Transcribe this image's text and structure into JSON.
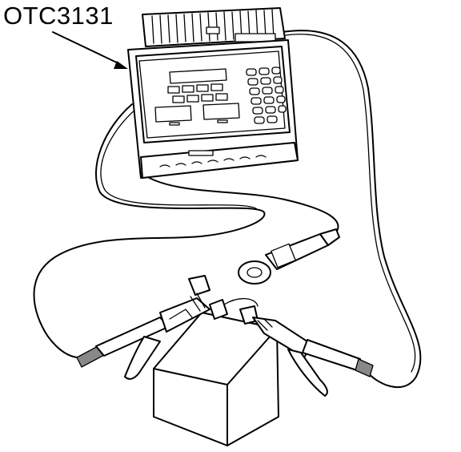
{
  "diagram": {
    "callout_label": "OTC3131",
    "components": [
      {
        "name": "battery-tester-unit",
        "icon": "tester-icon"
      },
      {
        "name": "battery",
        "icon": "battery-icon"
      },
      {
        "name": "current-probe-clamp",
        "icon": "amp-clamp-icon"
      },
      {
        "name": "positive-clamp",
        "icon": "alligator-clamp-icon"
      },
      {
        "name": "negative-clamp",
        "icon": "alligator-clamp-icon"
      }
    ],
    "colors": {
      "line": "#000000",
      "background": "#ffffff",
      "shade": "#888888"
    }
  }
}
